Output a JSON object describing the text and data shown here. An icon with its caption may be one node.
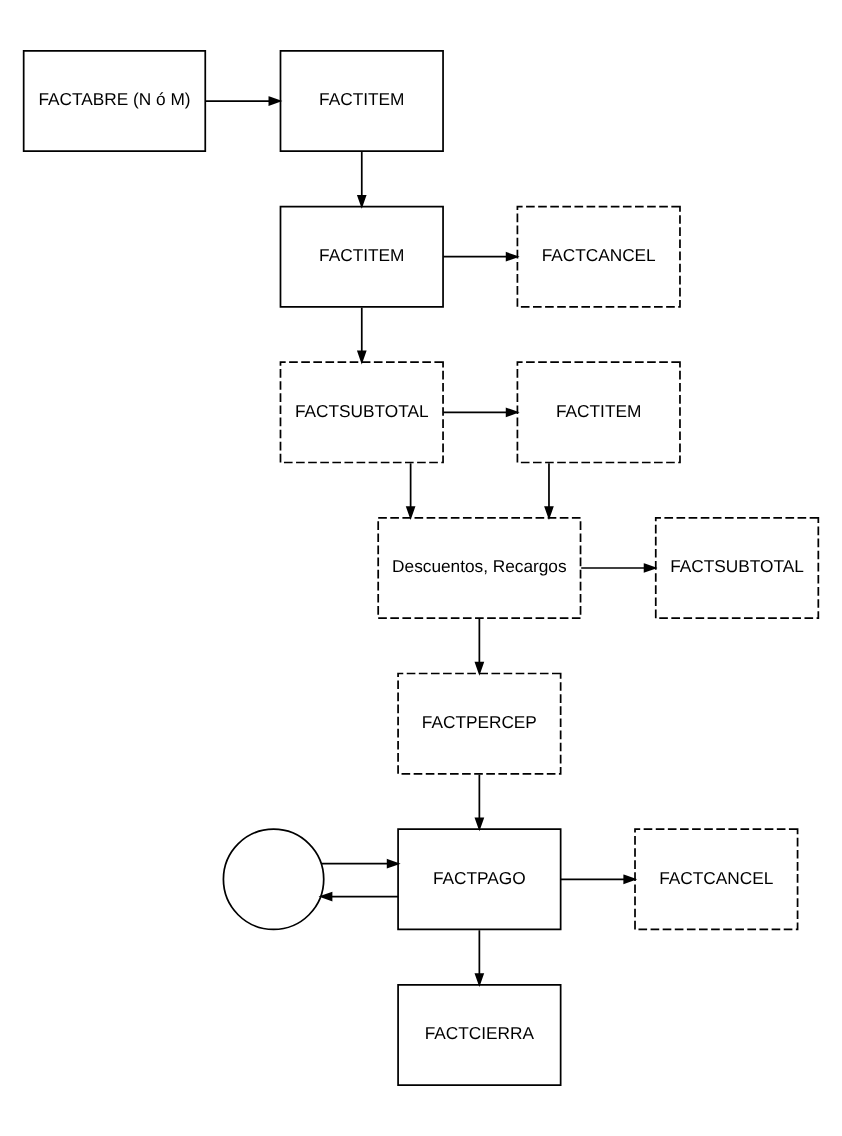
{
  "diagram": {
    "nodes": [
      {
        "text": [
          "FACTABRE (N ó M)"
        ]
      },
      {
        "text": [
          "FACTITEM"
        ]
      },
      {
        "text": [
          "FACTITEM"
        ]
      },
      {
        "text": [
          "FACTCANCEL"
        ]
      },
      {
        "text": [
          "FACTSUBTOTAL"
        ]
      },
      {
        "text": [
          "FACTITEM"
        ]
      },
      {
        "text": [
          "Descuentos, Recargos"
        ]
      },
      {
        "text": [
          "FACTSUBTOTAL"
        ]
      },
      {
        "text": [
          "FACTPERCEP"
        ]
      },
      {
        "text": [],
        "shape": "circle"
      },
      {
        "text": [
          "FACTPAGO"
        ]
      },
      {
        "text": [
          "FACTCANCEL"
        ]
      },
      {
        "text": [
          "FACTCIERRA"
        ]
      }
    ],
    "edges": [
      {
        "from": 0,
        "to": 1,
        "arrow": "to"
      },
      {
        "from": 1,
        "to": 2,
        "arrow": "to"
      },
      {
        "from": 2,
        "to": 3,
        "arrow": "to"
      },
      {
        "from": 2,
        "to": 4,
        "arrow": "to"
      },
      {
        "from": 4,
        "to": 5,
        "arrow": "to"
      },
      {
        "from": 4,
        "to": 6,
        "arrow": "to"
      },
      {
        "from": 5,
        "to": 6,
        "arrow": "to"
      },
      {
        "from": 6,
        "to": 7,
        "arrow": "to"
      },
      {
        "from": 6,
        "to": 8,
        "arrow": "to"
      },
      {
        "from": 8,
        "to": 10,
        "arrow": "to"
      },
      {
        "from": 9,
        "to": 10,
        "arrow": "to"
      },
      {
        "from": 10,
        "to": 11,
        "arrow": "to"
      },
      {
        "from": 10,
        "to": 9,
        "arrow": "to"
      },
      {
        "from": 10,
        "to": 12,
        "arrow": "to"
      }
    ]
  }
}
